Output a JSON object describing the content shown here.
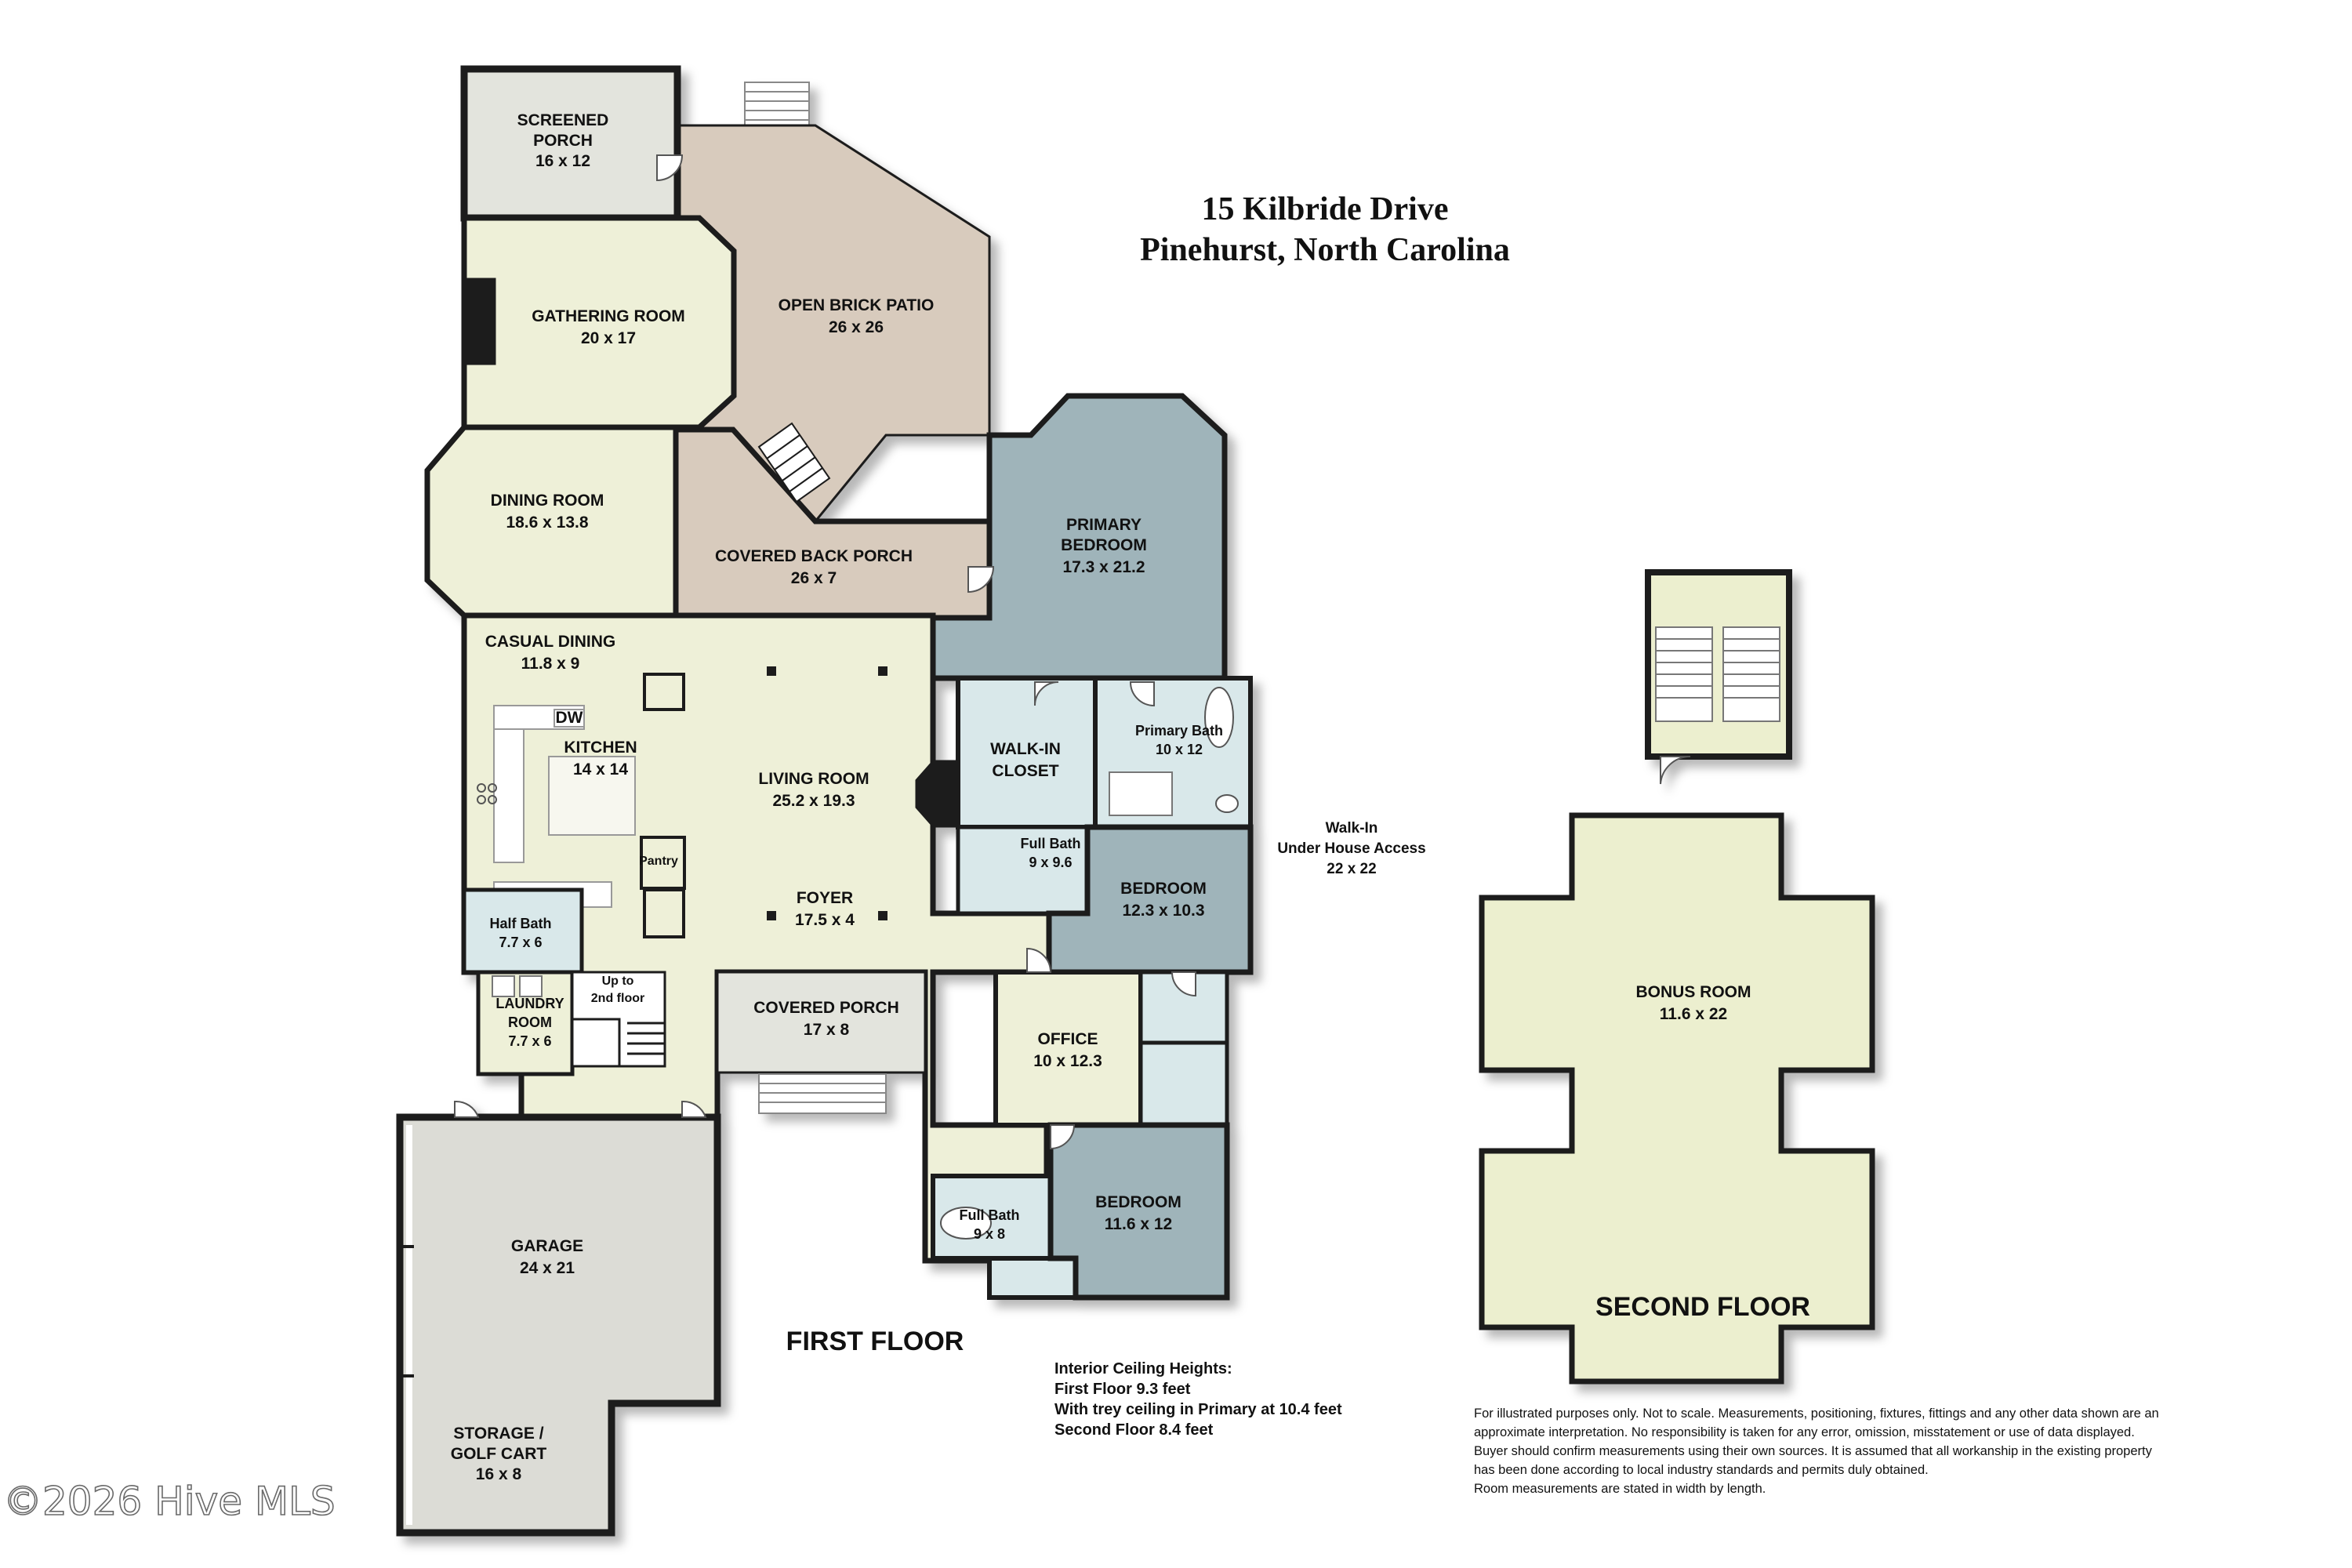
{
  "address": {
    "line1": "15 Kilbride Drive",
    "line2": "Pinehurst, North Carolina"
  },
  "floor_labels": {
    "first": "FIRST FLOOR",
    "second": "SECOND FLOOR"
  },
  "rooms": {
    "screened_porch": {
      "name": "SCREENED",
      "name2": "PORCH",
      "size": "16 x 12"
    },
    "gathering_room": {
      "name": "GATHERING ROOM",
      "size": "20 x 17"
    },
    "open_brick_patio": {
      "name": "OPEN BRICK PATIO",
      "size": "26 x 26"
    },
    "dining_room": {
      "name": "DINING ROOM",
      "size": "18.6 x 13.8"
    },
    "covered_back_porch": {
      "name": "COVERED BACK PORCH",
      "size": "26 x 7"
    },
    "primary_bedroom": {
      "name": "PRIMARY",
      "name2": "BEDROOM",
      "size": "17.3 x 21.2"
    },
    "casual_dining": {
      "name": "CASUAL DINING",
      "size": "11.8 x 9"
    },
    "kitchen": {
      "name": "KITCHEN",
      "size": "14 x 14"
    },
    "dw": {
      "name": "DW"
    },
    "living_room": {
      "name": "LIVING ROOM",
      "size": "25.2 x 19.3"
    },
    "walk_in_closet": {
      "name": "WALK-IN",
      "name2": "CLOSET"
    },
    "primary_bath": {
      "name": "Primary Bath",
      "size": "10 x 12"
    },
    "full_bath_1": {
      "name": "Full Bath",
      "size": "9 x 9.6"
    },
    "pantry": {
      "name": "Pantry"
    },
    "foyer": {
      "name": "FOYER",
      "size": "17.5 x 4"
    },
    "bedroom_1": {
      "name": "BEDROOM",
      "size": "12.3 x 10.3"
    },
    "half_bath": {
      "name": "Half Bath",
      "size": "7.7 x 6"
    },
    "laundry_room": {
      "name": "LAUNDRY",
      "name2": "ROOM",
      "size": "7.7 x 6"
    },
    "stairs_up": {
      "name": "Up to",
      "name2": "2nd floor"
    },
    "covered_porch": {
      "name": "COVERED PORCH",
      "size": "17 x 8"
    },
    "office": {
      "name": "OFFICE",
      "size": "10 x 12.3"
    },
    "full_bath_2": {
      "name": "Full Bath",
      "size": "9 x 8"
    },
    "bedroom_2": {
      "name": "BEDROOM",
      "size": "11.6 x 12"
    },
    "garage": {
      "name": "GARAGE",
      "size": "24 x 21"
    },
    "storage": {
      "name": "STORAGE /",
      "name2": "GOLF CART",
      "size": "16 x 8"
    },
    "walk_in_under_house": {
      "name": "Walk-In",
      "name2": "Under House Access",
      "size": "22 x 22"
    },
    "bonus_room": {
      "name": "BONUS ROOM",
      "size": "11.6 x 22"
    }
  },
  "ceiling_heights": {
    "heading": "Interior Ceiling Heights:",
    "line1": "First Floor 9.3 feet",
    "line2": "With trey ceiling in Primary at 10.4 feet",
    "line3": "Second Floor 8.4 feet"
  },
  "disclaimer": {
    "line1": "For illustrated purposes only. Not to scale. Measurements, positioning, fixtures, fittings and any other data shown are an",
    "line2": "approximate interpretation. No responsibility is taken for any error, omission, misstatement or use of data displayed.",
    "line3": "Buyer should confirm measurements using their own sources. It is assumed that all workanship in the existing property",
    "line4": "has been done according to local industry standards and permits duly obtained.",
    "line5": "Room measurements are stated in width by length."
  },
  "watermark": "©2026 Hive MLS",
  "colors": {
    "wall": "#1a1a1a",
    "living_yellow": "#eef0d8",
    "bedroom_blue": "#9fb4ba",
    "patio_tan": "#d8cbbd",
    "porch_grey": "#e3e4dd",
    "garage_grey": "#dcdcd6",
    "bath_light": "#d9e8ea",
    "bonus_yellow": "#ecefcf"
  }
}
